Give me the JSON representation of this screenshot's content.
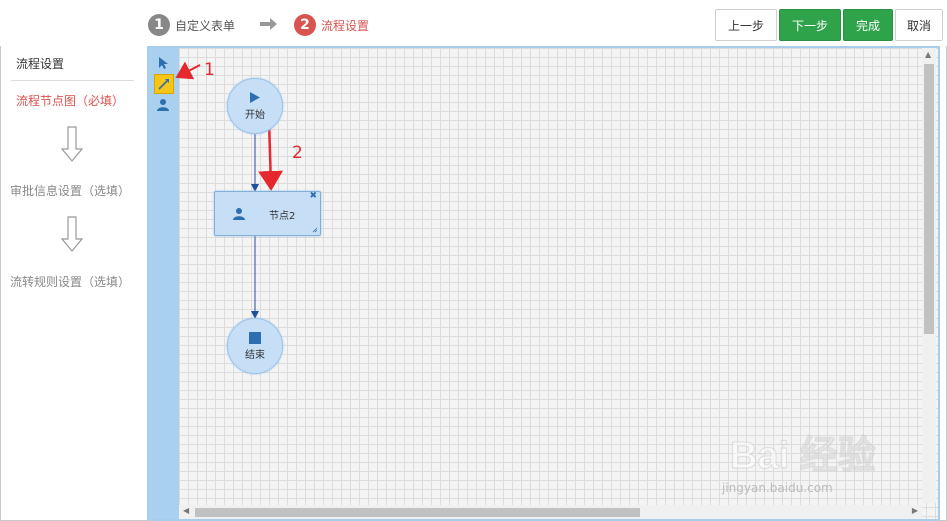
{
  "header": {
    "step1_number": "1",
    "step1_label": "自定义表单",
    "step2_number": "2",
    "step2_label": "流程设置",
    "buttons": {
      "prev": "上一步",
      "next": "下一步",
      "done": "完成",
      "cancel": "取消"
    }
  },
  "sidebar": {
    "title": "流程设置",
    "items": [
      {
        "label": "流程节点图（必填）",
        "active": true
      },
      {
        "label": "审批信息设置（选填）",
        "active": false
      },
      {
        "label": "流转规则设置（选填）",
        "active": false
      }
    ]
  },
  "toolbar": {
    "tools": [
      "select-arrow-icon",
      "connect-line-icon",
      "user-task-icon"
    ]
  },
  "diagram": {
    "nodes": {
      "start": "开始",
      "task": "节点2",
      "end": "结束"
    }
  },
  "annotations": {
    "a1": "1",
    "a2": "2"
  },
  "watermark": {
    "logo_text": "Bai 经验",
    "url": "jingyan.baidu.com"
  },
  "colors": {
    "accent_red": "#d9534f",
    "green": "#2fa34a",
    "node_fill": "#c6dff7",
    "toolbar_blue": "#a9d0ef"
  }
}
